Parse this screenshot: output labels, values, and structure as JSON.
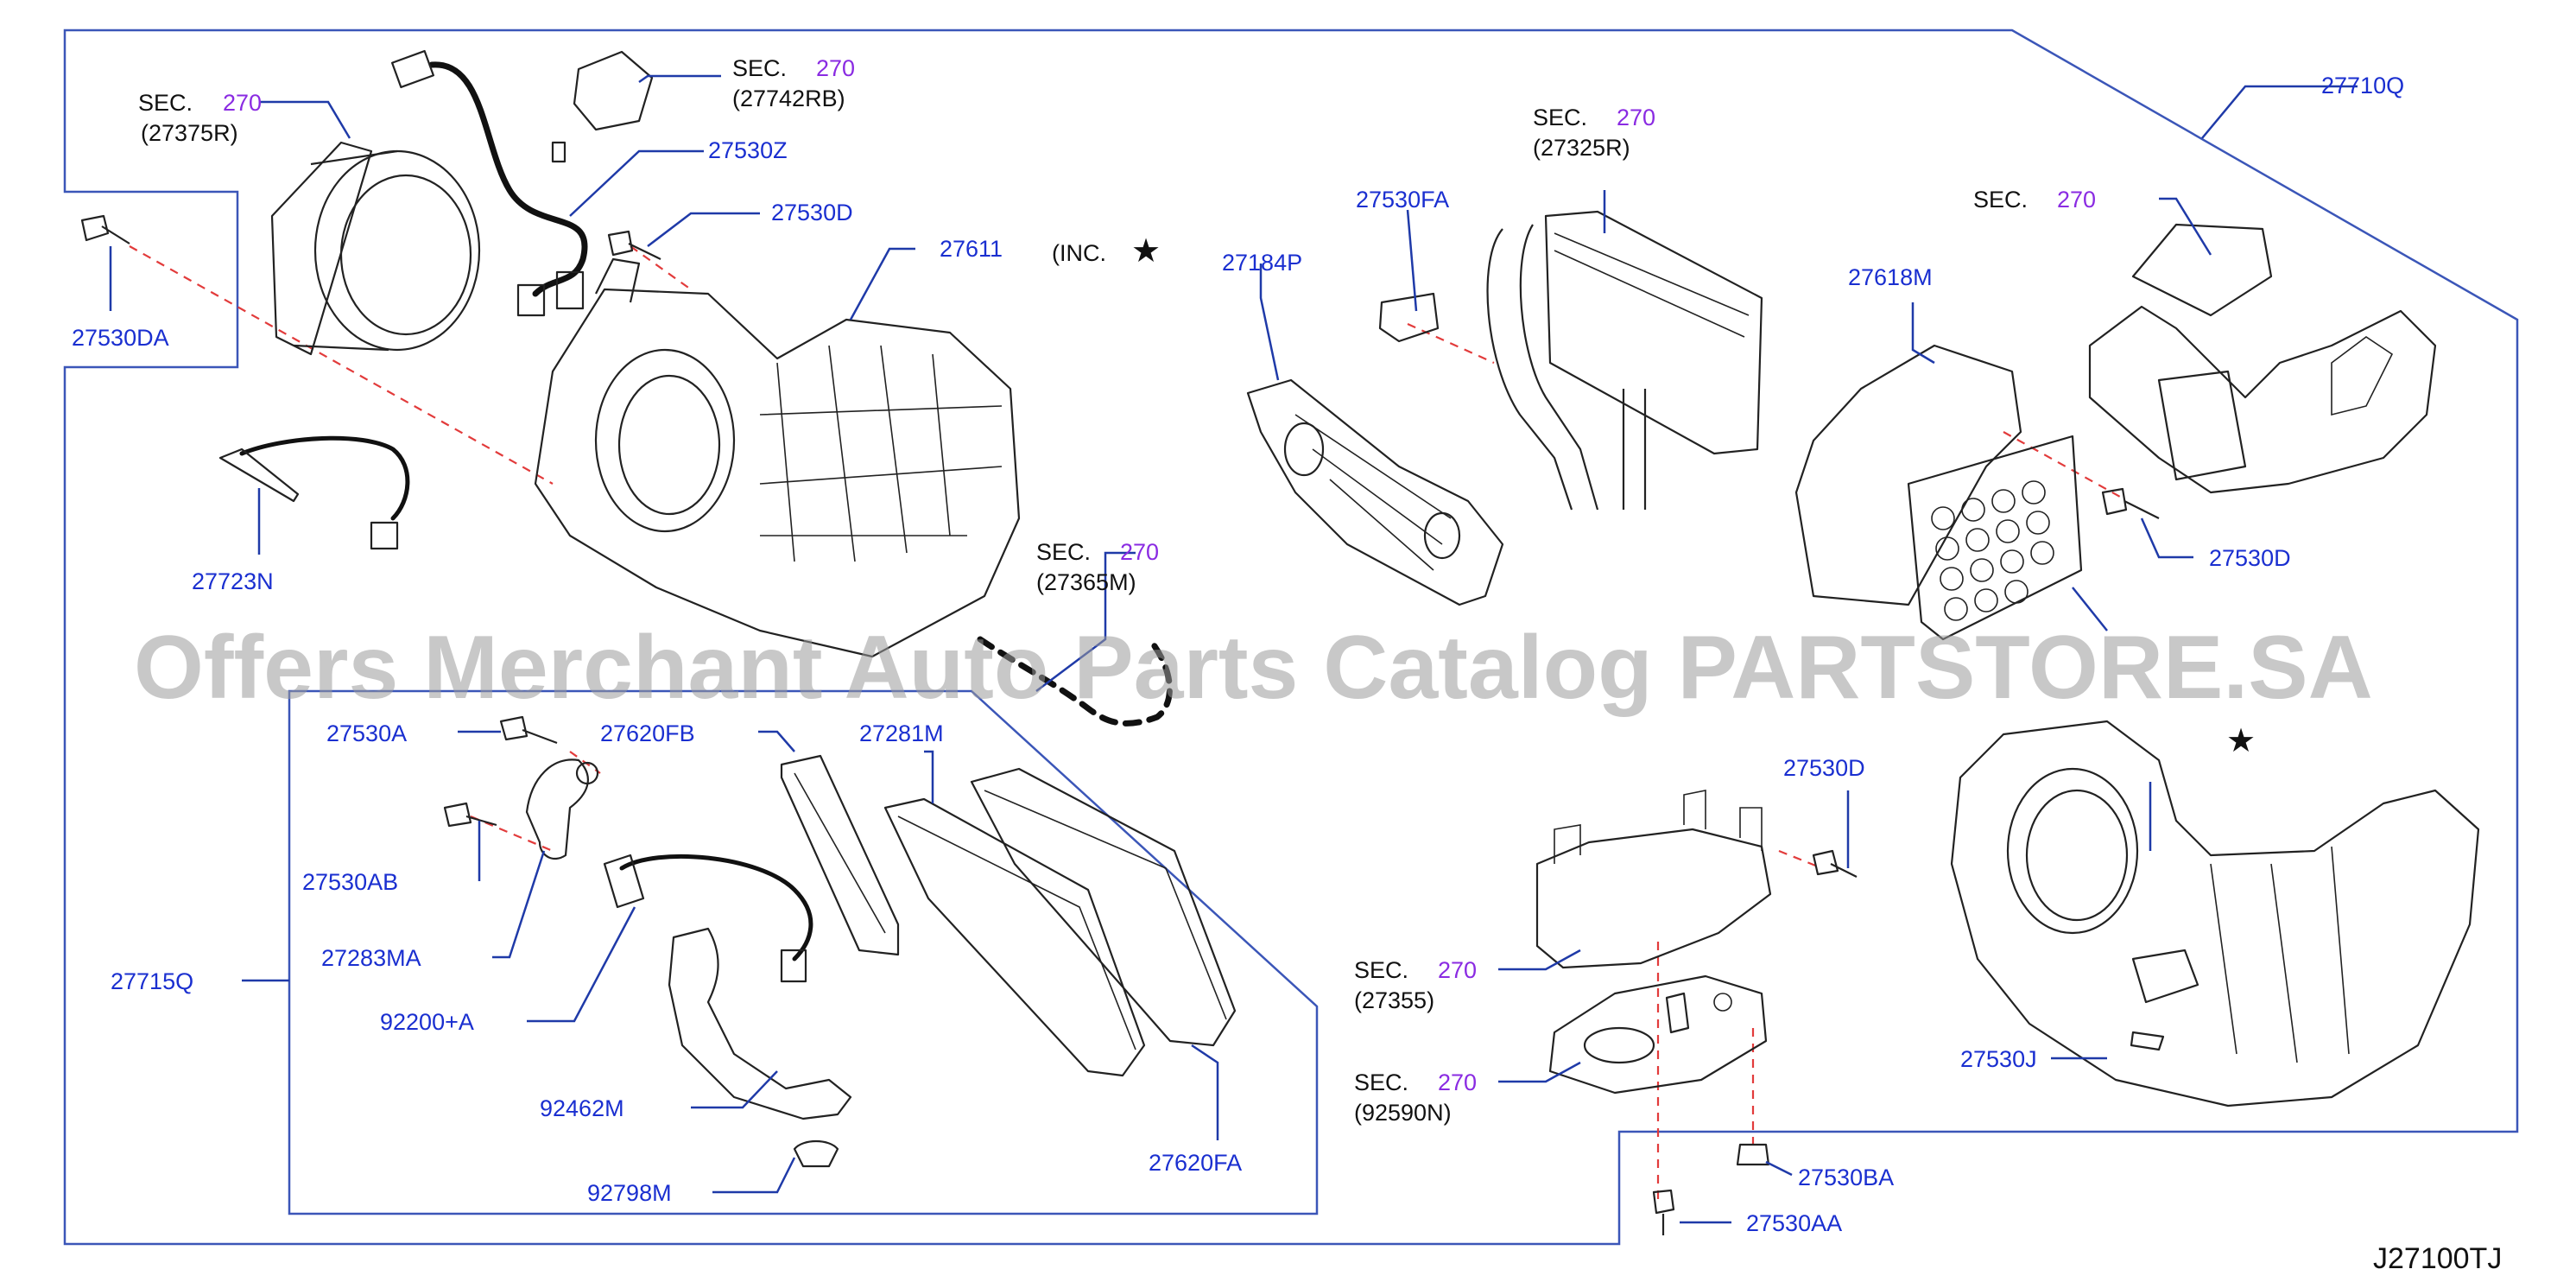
{
  "diagram_code": "J27100TJ",
  "watermark": "Offers Merchant Auto Parts Catalog PARTSTORE.SA",
  "inc_note": "(INC.",
  "star_symbol": "★",
  "colors": {
    "part_number": "#1a2fd0",
    "section_number": "#8a2be2",
    "leader_line": "#1f3aa8",
    "dashed_axis": "#e23b3b"
  },
  "parts": [
    {
      "id": "p27530z",
      "label": "27530Z"
    },
    {
      "id": "p27530d_top",
      "label": "27530D"
    },
    {
      "id": "p27611",
      "label": "27611"
    },
    {
      "id": "p27530da",
      "label": "27530DA"
    },
    {
      "id": "p27723n",
      "label": "27723N"
    },
    {
      "id": "p27184p",
      "label": "27184P"
    },
    {
      "id": "p27530fa",
      "label": "27530FA"
    },
    {
      "id": "p27618m",
      "label": "27618M"
    },
    {
      "id": "p27710q",
      "label": "27710Q"
    },
    {
      "id": "p27530d_right",
      "label": "27530D"
    },
    {
      "id": "p27530a",
      "label": "27530A"
    },
    {
      "id": "p27620fb",
      "label": "27620FB"
    },
    {
      "id": "p27281m",
      "label": "27281M"
    },
    {
      "id": "p27530ab",
      "label": "27530AB"
    },
    {
      "id": "p27283ma",
      "label": "27283MA"
    },
    {
      "id": "p27715q",
      "label": "27715Q"
    },
    {
      "id": "p92200a",
      "label": "92200+A"
    },
    {
      "id": "p92462m",
      "label": "92462M"
    },
    {
      "id": "p92798m",
      "label": "92798M"
    },
    {
      "id": "p27620fa",
      "label": "27620FA"
    },
    {
      "id": "p27530d_mid",
      "label": "27530D"
    },
    {
      "id": "p27530j",
      "label": "27530J"
    },
    {
      "id": "p27530ba",
      "label": "27530BA"
    },
    {
      "id": "p27530aa",
      "label": "27530AA"
    }
  ],
  "section_refs": [
    {
      "id": "s27375r",
      "prefix": "SEC.",
      "section": "270",
      "ref": "(27375R)"
    },
    {
      "id": "s27742rb",
      "prefix": "SEC.",
      "section": "270",
      "ref": "(27742RB)"
    },
    {
      "id": "s27325r",
      "prefix": "SEC.",
      "section": "270",
      "ref": "(27325R)"
    },
    {
      "id": "s_right",
      "prefix": "SEC.",
      "section": "270",
      "ref": ""
    },
    {
      "id": "s27365m",
      "prefix": "SEC.",
      "section": "270",
      "ref": "(27365M)"
    },
    {
      "id": "s27355",
      "prefix": "SEC.",
      "section": "270",
      "ref": "(27355)"
    },
    {
      "id": "s92590n",
      "prefix": "SEC.",
      "section": "270",
      "ref": "(92590N)"
    }
  ]
}
